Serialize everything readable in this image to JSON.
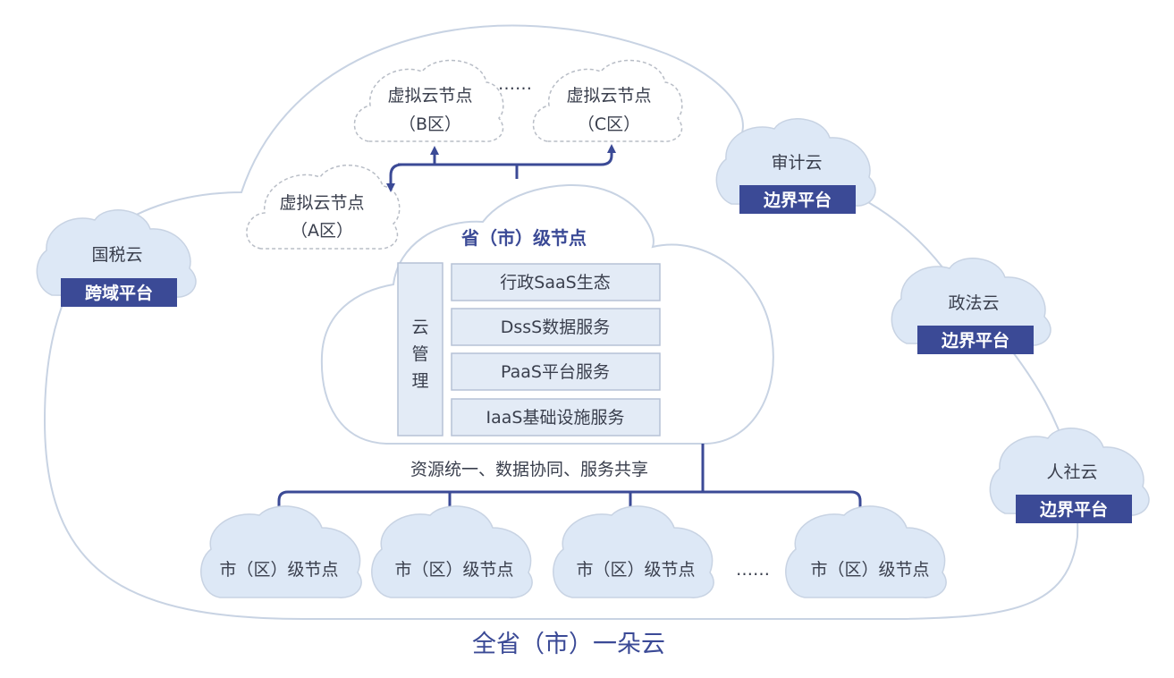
{
  "colors": {
    "navy": "#3b4a96",
    "cloud_fill": "#dde8f6",
    "cloud_stroke": "#c8d3e3",
    "big_cloud_stroke": "#c8d3e3",
    "dashed_stroke": "#b8bdc6",
    "layer_fill": "#e3ebf6",
    "layer_stroke": "#b6c2d6",
    "text": "#3a3f4d"
  },
  "footer_title": "全省（市）一朵云",
  "center": {
    "title": "省（市）级节点",
    "cloud_mgmt": [
      "云",
      "管",
      "理"
    ],
    "layers": [
      "行政SaaS生态",
      "DssS数据服务",
      "PaaS平台服务",
      "IaaS基础设施服务"
    ]
  },
  "virtual_nodes": {
    "a": [
      "虚拟云节点",
      "（A区）"
    ],
    "b": [
      "虚拟云节点",
      "（B区）"
    ],
    "c": [
      "虚拟云节点",
      "（C区）"
    ],
    "ellipsis": "……"
  },
  "bus_label": "资源统一、数据协同、服务共享",
  "city_nodes": {
    "label": "市（区）级节点",
    "ellipsis": "……"
  },
  "side_clouds": {
    "tax": {
      "name": "国税云",
      "badge": "跨域平台"
    },
    "audit": {
      "name": "审计云",
      "badge": "边界平台"
    },
    "law": {
      "name": "政法云",
      "badge": "边界平台"
    },
    "hr": {
      "name": "人社云",
      "badge": "边界平台"
    }
  }
}
